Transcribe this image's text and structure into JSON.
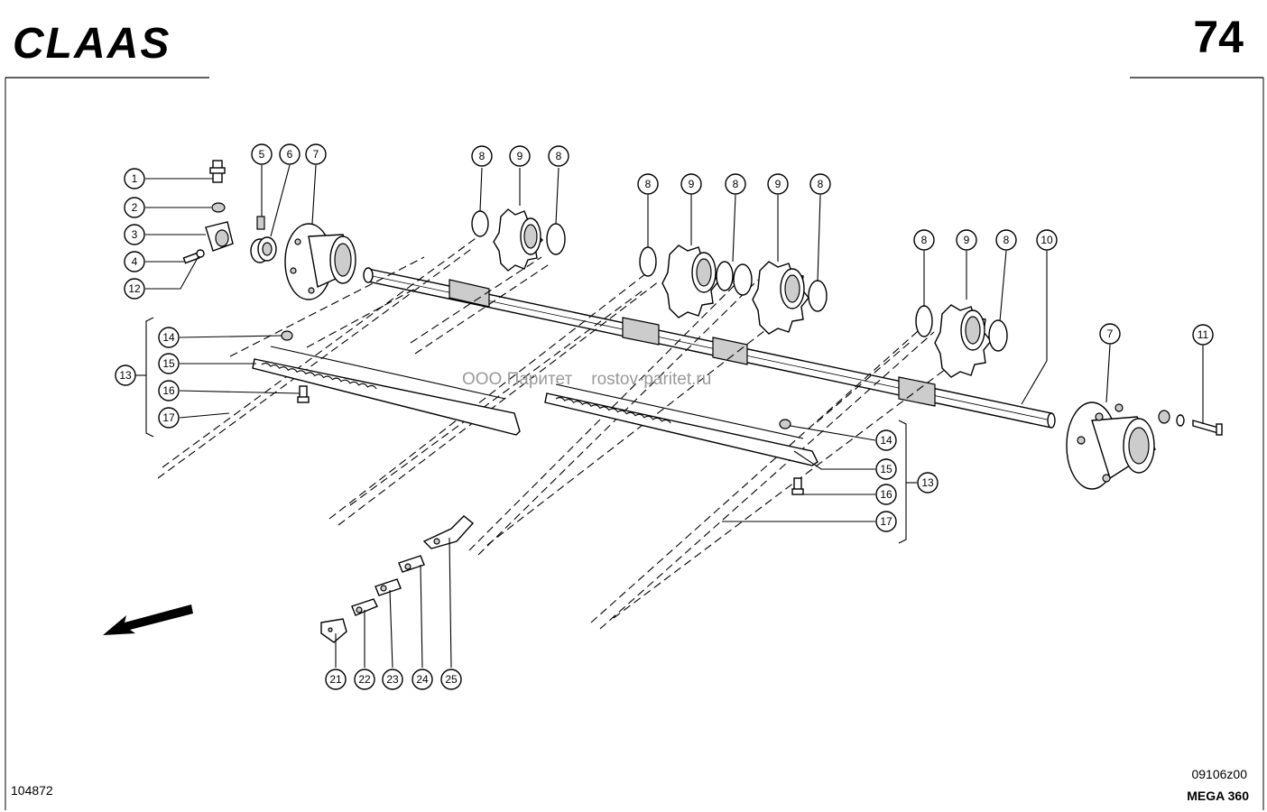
{
  "header": {
    "brand": "CLAAS",
    "page_number": "74"
  },
  "footer": {
    "drawing_number": "104872",
    "doc_code": "09106z00",
    "model": "MEGA 360"
  },
  "watermark": "ООО Паритет    rostov-paritet.ru",
  "callouts": {
    "c1": "1",
    "c2": "2",
    "c3": "3",
    "c4": "4",
    "c12": "12",
    "c5": "5",
    "c6": "6",
    "c7a": "7",
    "c8a": "8",
    "c9a": "9",
    "c8b": "8",
    "c8c": "8",
    "c9b": "9",
    "c8d": "8",
    "c9c": "9",
    "c8e": "8",
    "c8f": "8",
    "c9d": "9",
    "c8g": "8",
    "c10": "10",
    "c7b": "7",
    "c11": "11",
    "c14a": "14",
    "c15a": "15",
    "c16a": "16",
    "c17a": "17",
    "c13a": "13",
    "c14b": "14",
    "c15b": "15",
    "c16b": "16",
    "c17b": "17",
    "c13b": "13",
    "c21": "21",
    "c22": "22",
    "c23": "23",
    "c24": "24",
    "c25": "25"
  }
}
